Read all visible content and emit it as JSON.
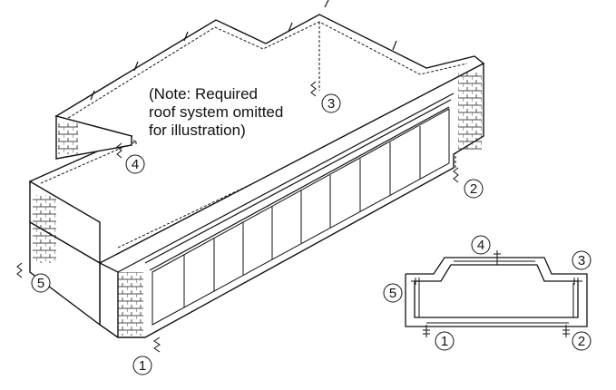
{
  "note": {
    "line1": "(Note: Required",
    "line2": "roof system omitted",
    "line3": "for illustration)"
  },
  "callouts": [
    {
      "id": "1",
      "label": "1"
    },
    {
      "id": "2",
      "label": "2"
    },
    {
      "id": "3",
      "label": "3"
    },
    {
      "id": "4",
      "label": "4"
    },
    {
      "id": "5",
      "label": "5"
    }
  ],
  "plan_callouts": [
    {
      "id": "1",
      "label": "1"
    },
    {
      "id": "2",
      "label": "2"
    },
    {
      "id": "3",
      "label": "3"
    },
    {
      "id": "4",
      "label": "4"
    },
    {
      "id": "5",
      "label": "5"
    }
  ]
}
